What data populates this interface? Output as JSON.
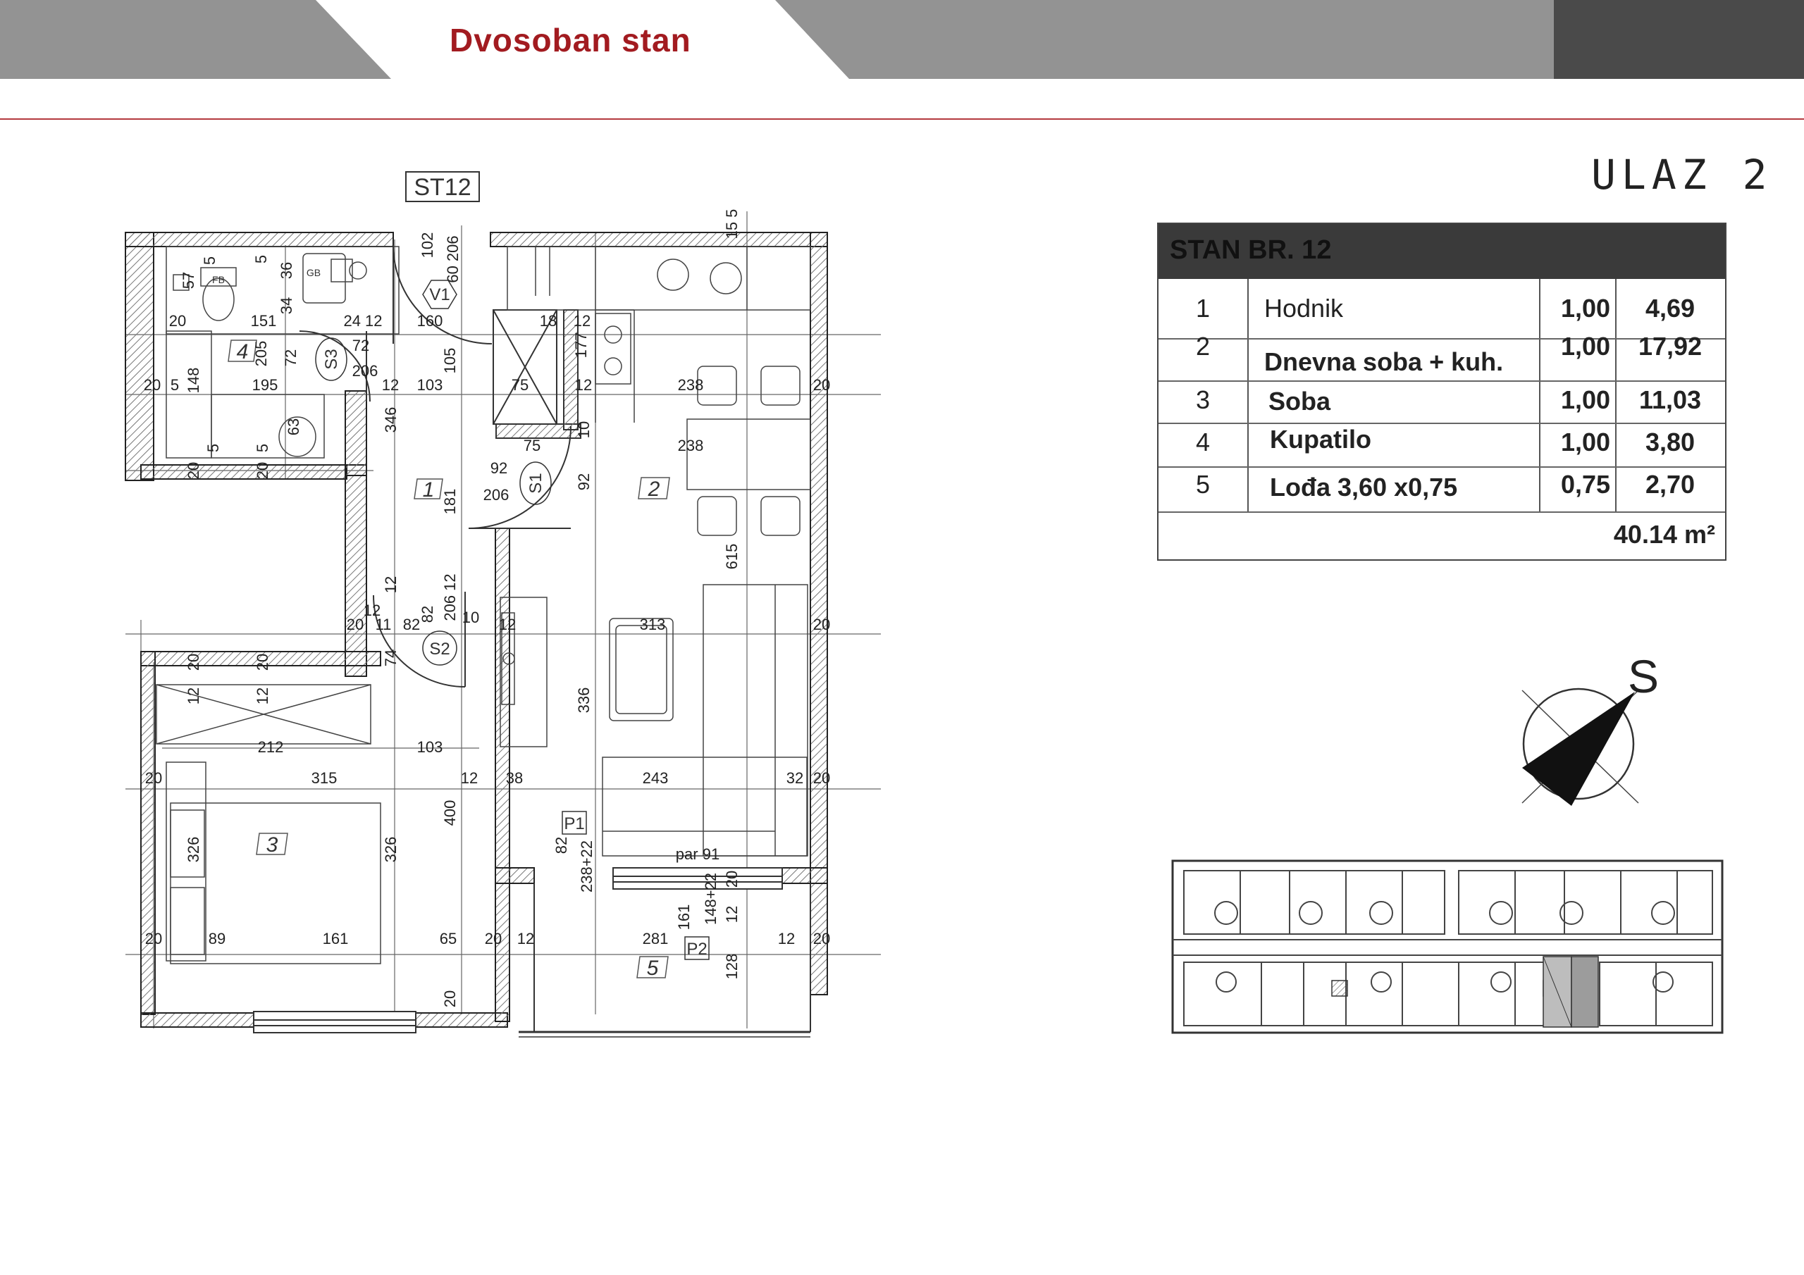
{
  "header": {
    "title": "Dvosoban  stan",
    "colors": {
      "grey": "#939393",
      "dark": "#4a4a4a",
      "accent": "#a21b20"
    }
  },
  "entrance_label": "ULAZ 2",
  "unit_tag": "ST12",
  "orientation_label": "S",
  "table": {
    "title": "STAN BR. 12",
    "rows": [
      {
        "num": "1",
        "name": "Hodnik",
        "factor": "1,00",
        "area": "4,69"
      },
      {
        "num": "2",
        "name": "Dnevna soba + kuh.",
        "factor": "1,00",
        "area": "17,92"
      },
      {
        "num": "3",
        "name": "Soba",
        "factor": "1,00",
        "area": "11,03"
      },
      {
        "num": "4",
        "name": "Kupatilo",
        "factor": "1,00",
        "area": "3,80"
      },
      {
        "num": "5",
        "name": "Lođa 3,60 x0,75",
        "factor": "0,75",
        "area": "2,70"
      }
    ],
    "total": "40.14 m²"
  },
  "rooms": {
    "r1": "1",
    "r2": "2",
    "r3": "3",
    "r4": "4",
    "r5": "5"
  },
  "symbols": {
    "v1": "V1",
    "s1": "S1",
    "s2": "S2",
    "s3": "S3",
    "p1": "P1",
    "p2": "P2",
    "fb": "FB",
    "gb": "GB"
  },
  "dimensions": {
    "d102": "102",
    "d60_206": "60 206",
    "d15_5": "15 5",
    "d5a": "5",
    "d57": "57",
    "d5b": "5",
    "d36": "36",
    "d34": "34",
    "d20a": "20",
    "d151": "151",
    "d24_12": "24 12",
    "d160": "160",
    "d18": "18",
    "d12a": "12",
    "d177": "177",
    "d205": "205",
    "d72a": "72",
    "d72b": "72",
    "d206a": "206",
    "d105": "105",
    "d20b": "20",
    "d5c": "5",
    "d148": "148",
    "d195": "195",
    "d12b": "12",
    "d103a": "103",
    "d75a": "75",
    "d12c": "12",
    "d238a": "238",
    "d20c": "20",
    "d346": "346",
    "d63": "63",
    "d5d": "5",
    "d5e": "5",
    "d75b": "75",
    "d10a": "10",
    "d238b": "238",
    "d20d": "20",
    "d20e": "20",
    "d92a": "92",
    "d206b": "206",
    "d92b": "92",
    "d181": "181",
    "d615": "615",
    "d12d": "12",
    "d206_12": "206 12",
    "d12e": "12",
    "d82a": "82",
    "d20f": "20",
    "d11": "11",
    "d82b": "82",
    "d10b": "10",
    "d12f": "12",
    "d313": "313",
    "d20g": "20",
    "d74": "74",
    "d20h": "20",
    "d20i": "20",
    "d12g": "12",
    "d12h": "12",
    "d336": "336",
    "d212": "212",
    "d103b": "103",
    "d20j": "20",
    "d315": "315",
    "d12i": "12",
    "d38": "38",
    "d243": "243",
    "d32": "32",
    "d20k": "20",
    "d400": "400",
    "d326a": "326",
    "d326b": "326",
    "d82c": "82",
    "d238_22": "238+22",
    "par91": "par 91",
    "d148_22": "148+22",
    "d20l": "20",
    "d161a": "161",
    "d12j": "12",
    "d20m": "20",
    "d89": "89",
    "d161b": "161",
    "d65": "65",
    "d20n": "20",
    "d12k": "12",
    "d281": "281",
    "d12l": "12",
    "d20o": "20",
    "d128": "128",
    "d20p": "20"
  }
}
